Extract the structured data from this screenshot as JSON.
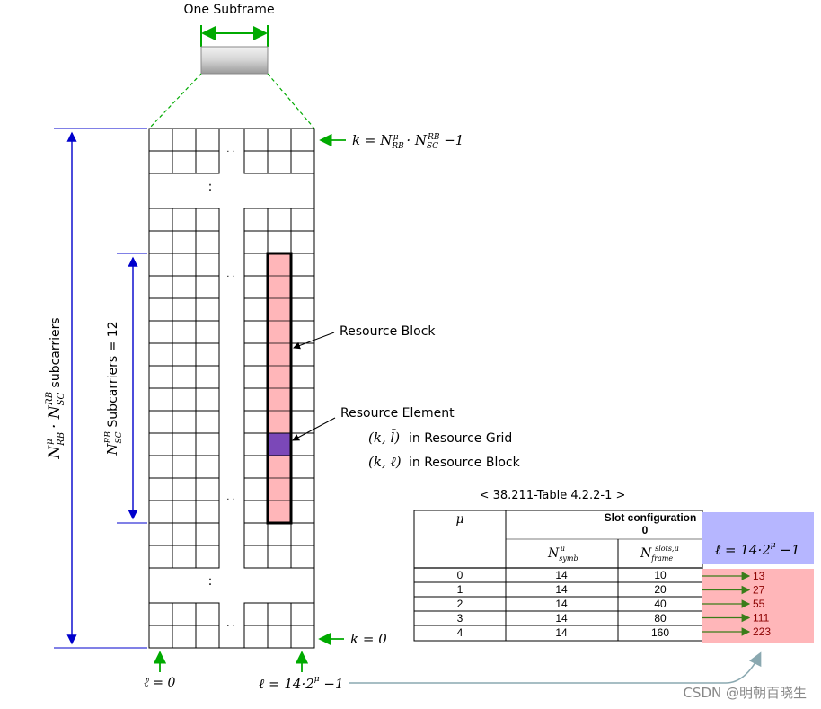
{
  "subframe": {
    "label": "One Subframe"
  },
  "grid": {
    "top_label": "k = N",
    "top_label_sup1": "μ",
    "top_label_sub1": "RB",
    "top_label_mid": " · N",
    "top_label_sup2": "RB",
    "top_label_sub2": "SC",
    "top_label_end": " −1",
    "bottom_label": "k = 0",
    "l_left": "ℓ = 0",
    "l_right": "ℓ = 14·2",
    "l_right_sup": "μ",
    "l_right_end": " −1",
    "dots_h": "· ·",
    "dots_v": ":"
  },
  "axis": {
    "outer_label_main": "N",
    "outer_sup1": "μ",
    "outer_sub1": "RB",
    "outer_mid": " · N",
    "outer_sup2": "RB",
    "outer_sub2": "SC",
    "outer_tail": "  subcarriers",
    "inner_label_main": "N",
    "inner_sup": "RB",
    "inner_sub": "SC",
    "inner_tail": "  Subcarriers = 12"
  },
  "annotations": {
    "resource_block": "Resource Block",
    "resource_element": "Resource Element",
    "re_grid_sym": "(k, l̄)",
    "re_grid_text": "in Resource Grid",
    "re_block_sym": "(k, ℓ)",
    "re_block_text": "in Resource Block"
  },
  "table": {
    "caption": "< 38.211-Table 4.2.2-1 >",
    "mu_header": "μ",
    "slot_config_header": "Slot configuration",
    "slot_config_value": "0",
    "nsymb_header": "N",
    "nsymb_sup": "μ",
    "nsymb_sub": "symb",
    "nslots_header": "N",
    "nslots_sup": "slots,μ",
    "nslots_sub": "frame",
    "rows": [
      {
        "mu": "0",
        "nsymb": "14",
        "nslots": "10"
      },
      {
        "mu": "1",
        "nsymb": "14",
        "nslots": "20"
      },
      {
        "mu": "2",
        "nsymb": "14",
        "nslots": "40"
      },
      {
        "mu": "3",
        "nsymb": "14",
        "nslots": "80"
      },
      {
        "mu": "4",
        "nsymb": "14",
        "nslots": "160"
      }
    ],
    "extra_header": "ℓ = 14·2",
    "extra_header_sup": "μ",
    "extra_header_end": " −1",
    "extra_values": [
      "13",
      "27",
      "55",
      "111",
      "223"
    ]
  },
  "watermark": "CSDN @明朝百晓生",
  "colors": {
    "grid_line": "#000000",
    "rb_fill": "#ffb6b9",
    "re_fill": "#7b48b8",
    "axis_blue": "#0000cc",
    "arrow_green": "#00aa00",
    "table_head_blue": "#b6b6ff",
    "table_pink": "#ffb6b9",
    "table_arrow": "#3a7d1a",
    "connector": "#8aa8b0"
  }
}
